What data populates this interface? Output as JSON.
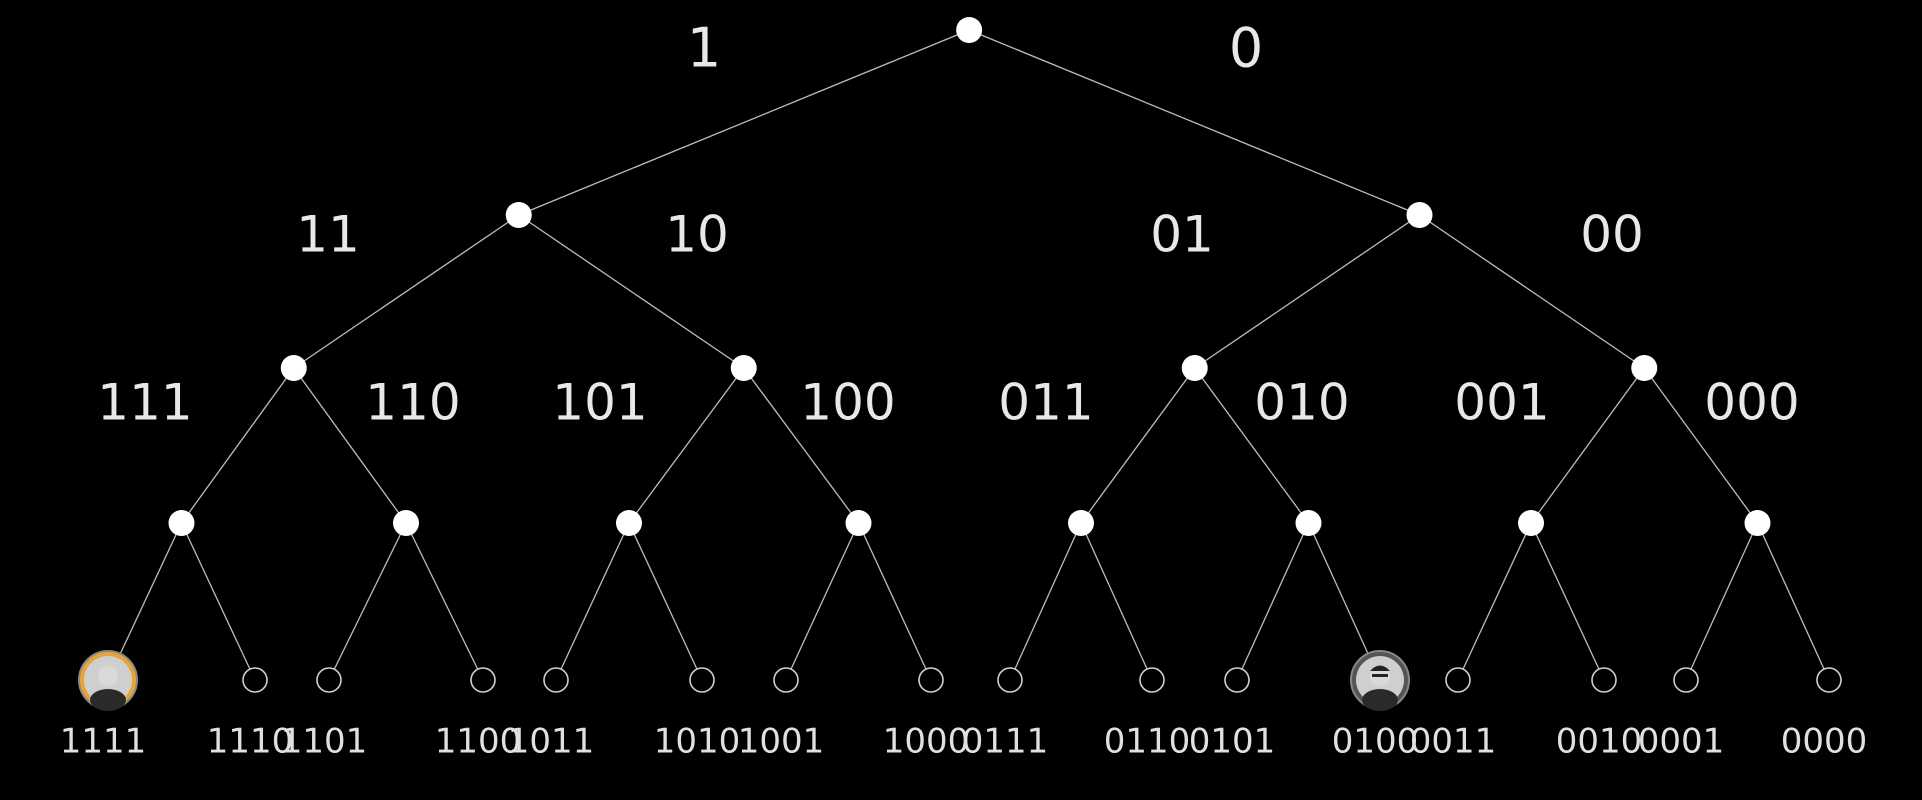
{
  "tree": {
    "branch_labels": [
      {
        "id": "1",
        "text": "1"
      },
      {
        "id": "0",
        "text": "0"
      },
      {
        "id": "11",
        "text": "11"
      },
      {
        "id": "10",
        "text": "10"
      },
      {
        "id": "01",
        "text": "01"
      },
      {
        "id": "00",
        "text": "00"
      },
      {
        "id": "111",
        "text": "111"
      },
      {
        "id": "110",
        "text": "110"
      },
      {
        "id": "101",
        "text": "101"
      },
      {
        "id": "100",
        "text": "100"
      },
      {
        "id": "011",
        "text": "011"
      },
      {
        "id": "010",
        "text": "010"
      },
      {
        "id": "001",
        "text": "001"
      },
      {
        "id": "000",
        "text": "000"
      }
    ],
    "leaves": [
      {
        "label": "1111",
        "avatar": "bald-man",
        "ring_color": "#e8a33a"
      },
      {
        "label": "1110"
      },
      {
        "label": "1101"
      },
      {
        "label": "1100"
      },
      {
        "label": "1011"
      },
      {
        "label": "1010"
      },
      {
        "label": "1001"
      },
      {
        "label": "1000"
      },
      {
        "label": "0111"
      },
      {
        "label": "0110"
      },
      {
        "label": "0101"
      },
      {
        "label": "0100",
        "avatar": "man-with-glasses",
        "ring_color": "#555555"
      },
      {
        "label": "0011"
      },
      {
        "label": "0010"
      },
      {
        "label": "0001"
      },
      {
        "label": "0000"
      }
    ]
  },
  "colors": {
    "background": "#000000",
    "node": "#ffffff",
    "edge": "#bdbdbd"
  }
}
